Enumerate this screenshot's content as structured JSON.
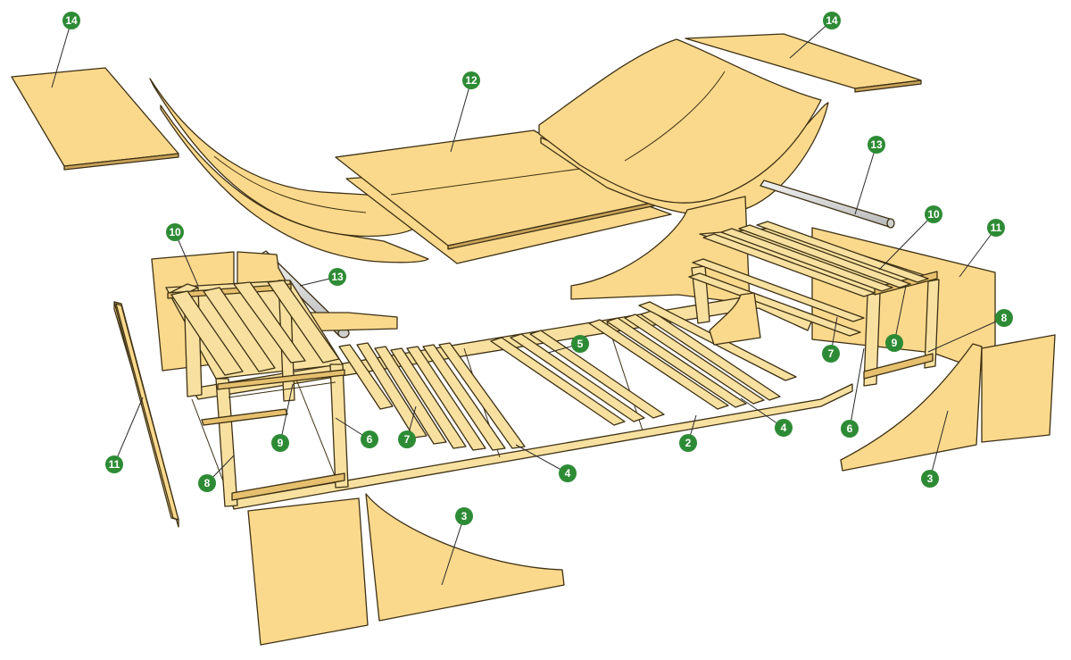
{
  "colors": {
    "plywood": "#fbd98c",
    "plywood_dark": "#eec477",
    "lumber": "#f8e1a0",
    "lumber_dark": "#e6c06e",
    "outline": "#3d3014",
    "pipe": "#d9d9d9",
    "callout": "#2e8b35"
  },
  "callouts": [
    {
      "num": "14"
    },
    {
      "num": "12"
    },
    {
      "num": "14"
    },
    {
      "num": "13"
    },
    {
      "num": "10"
    },
    {
      "num": "11"
    },
    {
      "num": "10"
    },
    {
      "num": "13"
    },
    {
      "num": "5"
    },
    {
      "num": "8"
    },
    {
      "num": "7"
    },
    {
      "num": "9"
    },
    {
      "num": "4"
    },
    {
      "num": "6"
    },
    {
      "num": "11"
    },
    {
      "num": "9"
    },
    {
      "num": "6"
    },
    {
      "num": "7"
    },
    {
      "num": "2"
    },
    {
      "num": "3"
    },
    {
      "num": "8"
    },
    {
      "num": "4"
    },
    {
      "num": "3"
    }
  ]
}
